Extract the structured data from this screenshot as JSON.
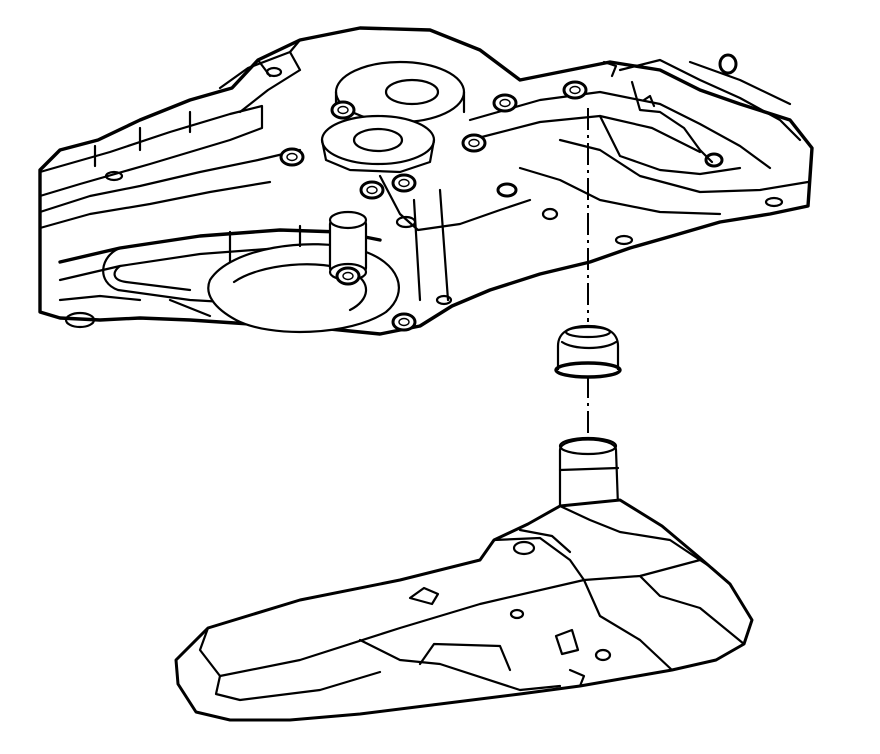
{
  "diagram": {
    "components": [
      {
        "id": "transmission-case-underside",
        "icon": "transmission-case-icon"
      },
      {
        "id": "filter-seal",
        "icon": "seal-icon"
      },
      {
        "id": "transmission-fluid-filter",
        "icon": "filter-icon"
      }
    ],
    "installation_axis": "dashed-centerline",
    "colors": {
      "line": "#000000",
      "background": "#ffffff"
    }
  }
}
